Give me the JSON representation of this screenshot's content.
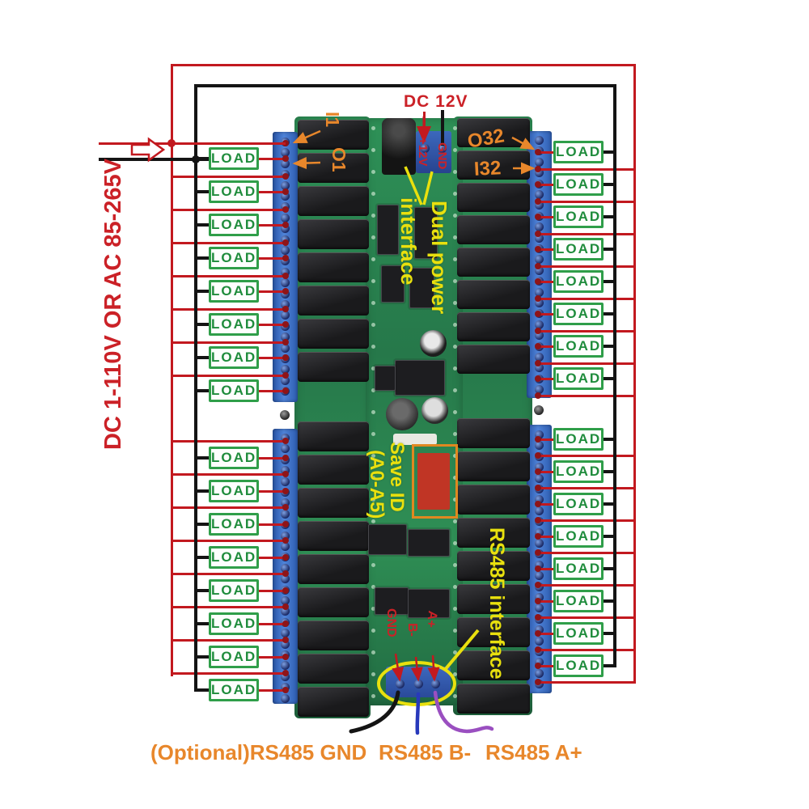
{
  "diagram_title": "32-channel RS485 relay module wiring diagram",
  "labels": {
    "voltage_range": "DC 1-110V OR AC 85-265V",
    "dc12v": "DC 12V",
    "plus12v": "+12V",
    "power_gnd": "GND",
    "dual_power_line1": "Dual power",
    "dual_power_line2": "interface",
    "save_id_line1": "Save ID",
    "save_id_line2": "(A0-A5)",
    "rs485_interface": "RS485 interface",
    "pin_gnd": "GND",
    "pin_b": "B-",
    "pin_a": "A+",
    "i1": "I1",
    "o1": "O1",
    "o32": "O32",
    "i32": "I32",
    "load": "LOAD",
    "optional_rs485_gnd": "(Optional)RS485 GND",
    "rs485_b": "RS485 B-",
    "rs485_a": "RS485 A+"
  },
  "colors": {
    "wire_red": "#c2191f",
    "wire_black": "#141414",
    "load_green": "#2f9e49",
    "annotation_orange": "#e8872b",
    "annotation_yellow": "#e9e00e",
    "label_red": "#cb2127",
    "pcb_green": "#2e9157",
    "terminal_blue": "#3a6fc4",
    "rs485_b_wire": "#2839bb",
    "rs485_a_wire": "#9a4fc0",
    "dip_switch_red": "#c03525"
  },
  "channels": {
    "left": {
      "groups": [
        {
          "loads": 8
        },
        {
          "loads": 8
        }
      ]
    },
    "right": {
      "groups": [
        {
          "loads": 8
        },
        {
          "loads": 8
        }
      ]
    }
  }
}
